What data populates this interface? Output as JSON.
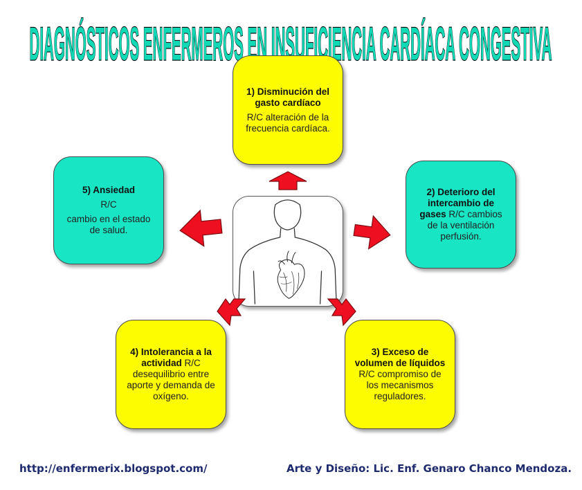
{
  "title": "DIAGNÓSTICOS ENFERMEROS EN  INSUFICIENCIA CARDÍACA CONGESTIVA",
  "colors": {
    "title_fill": "#12d9b5",
    "title_outline": "#000000",
    "yellow_box": "#fdfc00",
    "cyan_box": "#17e5c4",
    "arrow": "#ee1020",
    "footer_text": "#1e2a6e"
  },
  "boxes": [
    {
      "head": "1) Disminución del gasto cardíaco",
      "rel": "R/C alteración de la frecuencia cardíaca."
    },
    {
      "head": "2) Deterioro del intercambio  de gases",
      "rel": "R/C cambios de la ventilación perfusión."
    },
    {
      "head": "3) Exceso de volumen de líquidos",
      "rel": "R/C compromiso de los mecanismos reguladores."
    },
    {
      "head": "4) Intolerancia a la actividad",
      "rel": "R/C desequilibrio entre aporte y demanda de oxígeno."
    },
    {
      "head": "5) Ansiedad",
      "rel": "R/C",
      "rel2": "cambio en el estado de salud."
    }
  ],
  "center_image": "torso-heart-illustration",
  "footer": {
    "url": "http://enfermerix.blogspot.com/",
    "credit": "Arte y Diseño: Lic. Enf. Genaro Chanco Mendoza."
  }
}
